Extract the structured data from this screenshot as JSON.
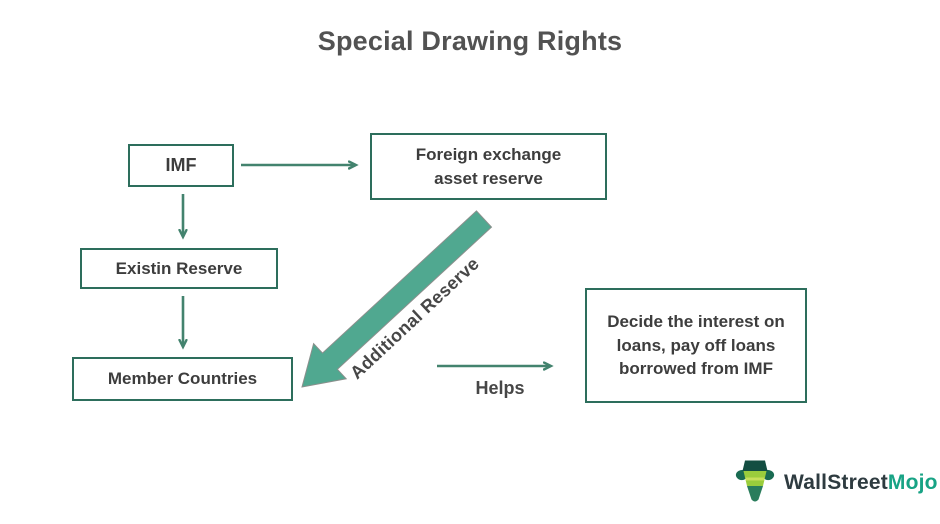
{
  "title": "Special Drawing Rights",
  "nodes": {
    "imf": {
      "label": "IMF"
    },
    "fx": {
      "label": "Foreign exchange asset reserve"
    },
    "existin": {
      "label": "Existin Reserve"
    },
    "member": {
      "label": "Member Countries"
    },
    "decide": {
      "label": "Decide the interest on loans, pay off loans borrowed from IMF"
    }
  },
  "labels": {
    "additional_reserve": "Additional Reserve",
    "helps": "Helps"
  },
  "logo": {
    "brand_primary": "WallStreet",
    "brand_secondary": "Mojo",
    "icon": "bull-icon"
  },
  "colors": {
    "box_border": "#2d6e5c",
    "thin_arrow": "#43836e",
    "big_arrow_fill": "#50a890",
    "big_arrow_outline": "#8a8f8c",
    "node_text": "#3d3d3d",
    "title_text": "#525252",
    "logo_primary": "#2e3b40",
    "logo_secondary": "#18a385"
  }
}
